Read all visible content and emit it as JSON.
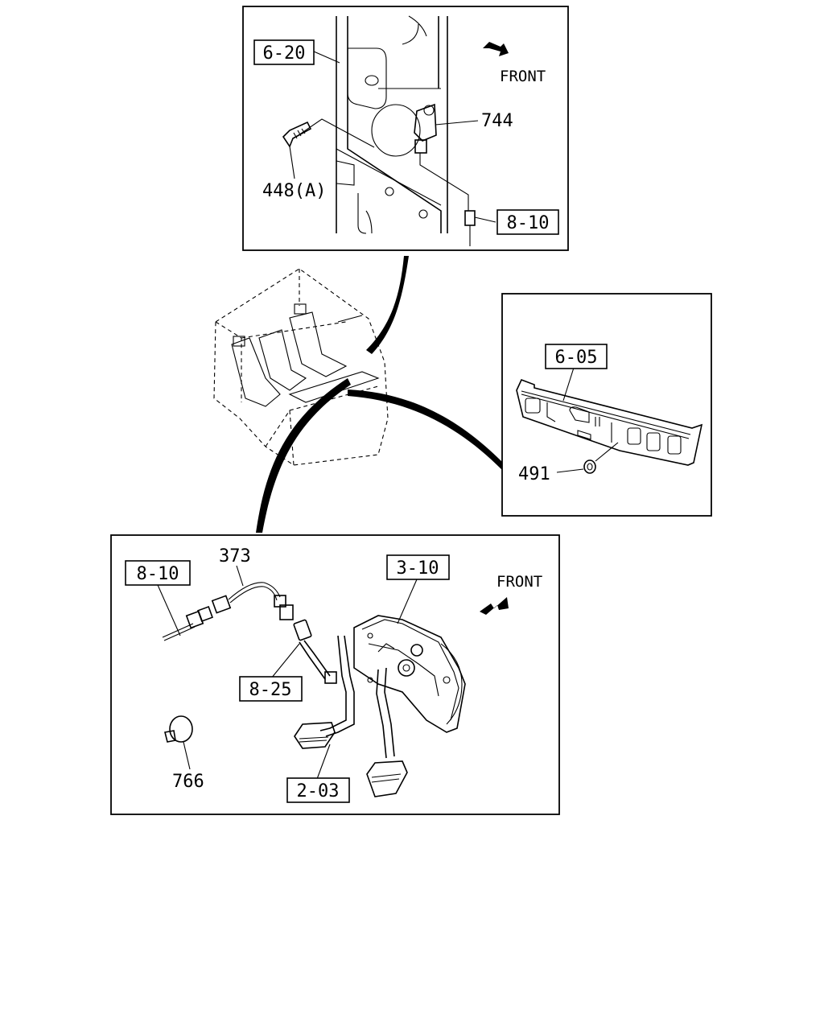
{
  "panels": {
    "top": {
      "front_label": "FRONT",
      "callouts": {
        "body": "6-20",
        "sensor": "744",
        "bolt": "448(A)",
        "harness": "8-10"
      }
    },
    "right": {
      "callouts": {
        "dash_panel": "6-05",
        "grommet": "491"
      }
    },
    "bottom": {
      "front_label": "FRONT",
      "callouts": {
        "harness": "8-10",
        "wire": "373",
        "pedal_bracket": "3-10",
        "switch": "8-25",
        "clip": "766",
        "pedal": "2-03"
      }
    }
  },
  "icons": {
    "front_arrow": "front-arrow-icon"
  }
}
